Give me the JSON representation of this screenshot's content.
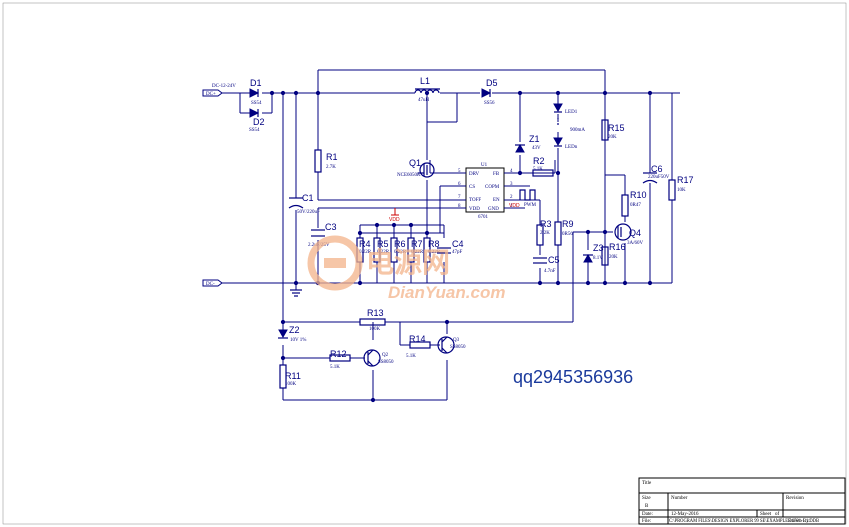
{
  "ports": {
    "dc_plus": "DC+",
    "dc_minus": "DC-",
    "input_voltage": "DC-12-24V"
  },
  "components": {
    "D1": {
      "ref": "D1",
      "value": "SS54"
    },
    "D2": {
      "ref": "D2",
      "value": "SS54"
    },
    "L1": {
      "ref": "L1",
      "value": "47uH"
    },
    "D5": {
      "ref": "D5",
      "value": "SS56"
    },
    "Q1": {
      "ref": "Q1",
      "value": "NCE6050K"
    },
    "U1": {
      "ref": "U1",
      "value": "6701",
      "pins": [
        {
          "num": "5",
          "name": "DRV"
        },
        {
          "num": "6",
          "name": "CS"
        },
        {
          "num": "7",
          "name": "TOFF"
        },
        {
          "num": "8",
          "name": "VDD"
        },
        {
          "num": "4",
          "name": "FB"
        },
        {
          "num": "3",
          "name": "COPM"
        },
        {
          "num": "2",
          "name": "EN"
        },
        {
          "num": "1",
          "name": "GND"
        }
      ]
    },
    "R1": {
      "ref": "R1",
      "value": "2.7K"
    },
    "C1": {
      "ref": "C1",
      "value": "50V/220uF"
    },
    "C3": {
      "ref": "C3",
      "value": "2.2uF/25V"
    },
    "R4": {
      "ref": "R4",
      "value": "0.22R"
    },
    "R5": {
      "ref": "R5",
      "value": "0.22R"
    },
    "R6": {
      "ref": "R6",
      "value": "0.22R"
    },
    "R7": {
      "ref": "R7",
      "value": "0.22R"
    },
    "R8": {
      "ref": "R8",
      "value": "0.22R"
    },
    "C4": {
      "ref": "C4",
      "value": "47pF"
    },
    "Z1": {
      "ref": "Z1",
      "value": "43V"
    },
    "R2": {
      "ref": "R2",
      "value": "5.1K"
    },
    "R3": {
      "ref": "R3",
      "value": "2.2K"
    },
    "C5": {
      "ref": "C5",
      "value": "4.7nF"
    },
    "R9": {
      "ref": "R9",
      "value": "0R56"
    },
    "Z3": {
      "ref": "Z3",
      "value": "8.1V"
    },
    "R16": {
      "ref": "R16",
      "value": "20K"
    },
    "Q4": {
      "ref": "Q4",
      "value": "3A/60V"
    },
    "R10": {
      "ref": "R10",
      "value": "0R47"
    },
    "R15": {
      "ref": "R15",
      "value": "20K"
    },
    "C6": {
      "ref": "C6",
      "value": "220uF50V"
    },
    "R17": {
      "ref": "R17",
      "value": "10K"
    },
    "LED1": {
      "ref": "LED1",
      "current": "900mA",
      "last": "LEDn"
    },
    "R13": {
      "ref": "R13",
      "value": "100K"
    },
    "Z2": {
      "ref": "Z2",
      "value": "10V 1%"
    },
    "R12": {
      "ref": "R12",
      "value": "5.1K"
    },
    "Q2": {
      "ref": "Q2",
      "value": "SS8050"
    },
    "R14": {
      "ref": "R14",
      "value": "5.1K"
    },
    "Q3": {
      "ref": "Q3",
      "value": "SS8050"
    },
    "R11": {
      "ref": "R11",
      "value": "100K"
    }
  },
  "net_labels": {
    "vdd": "VDD",
    "pwm": "PWM"
  },
  "watermark": {
    "cn": "电源网",
    "en": "DianYuan.com"
  },
  "contact": "qq2945356936",
  "title_block": {
    "title": "Title",
    "size": "Size",
    "size_value": "B",
    "number": "Number",
    "revision": "Revision",
    "date": "Date:",
    "date_value": "12-May-2016",
    "sheet": "Sheet",
    "of": "of",
    "file": "File:",
    "file_value": "C:\\PROGRAM FILES\\DESIGN EXPLORER 99 SE\\EXAMPLES\\6701-1.1.DDB",
    "drawn_by": "Drawn By:"
  }
}
